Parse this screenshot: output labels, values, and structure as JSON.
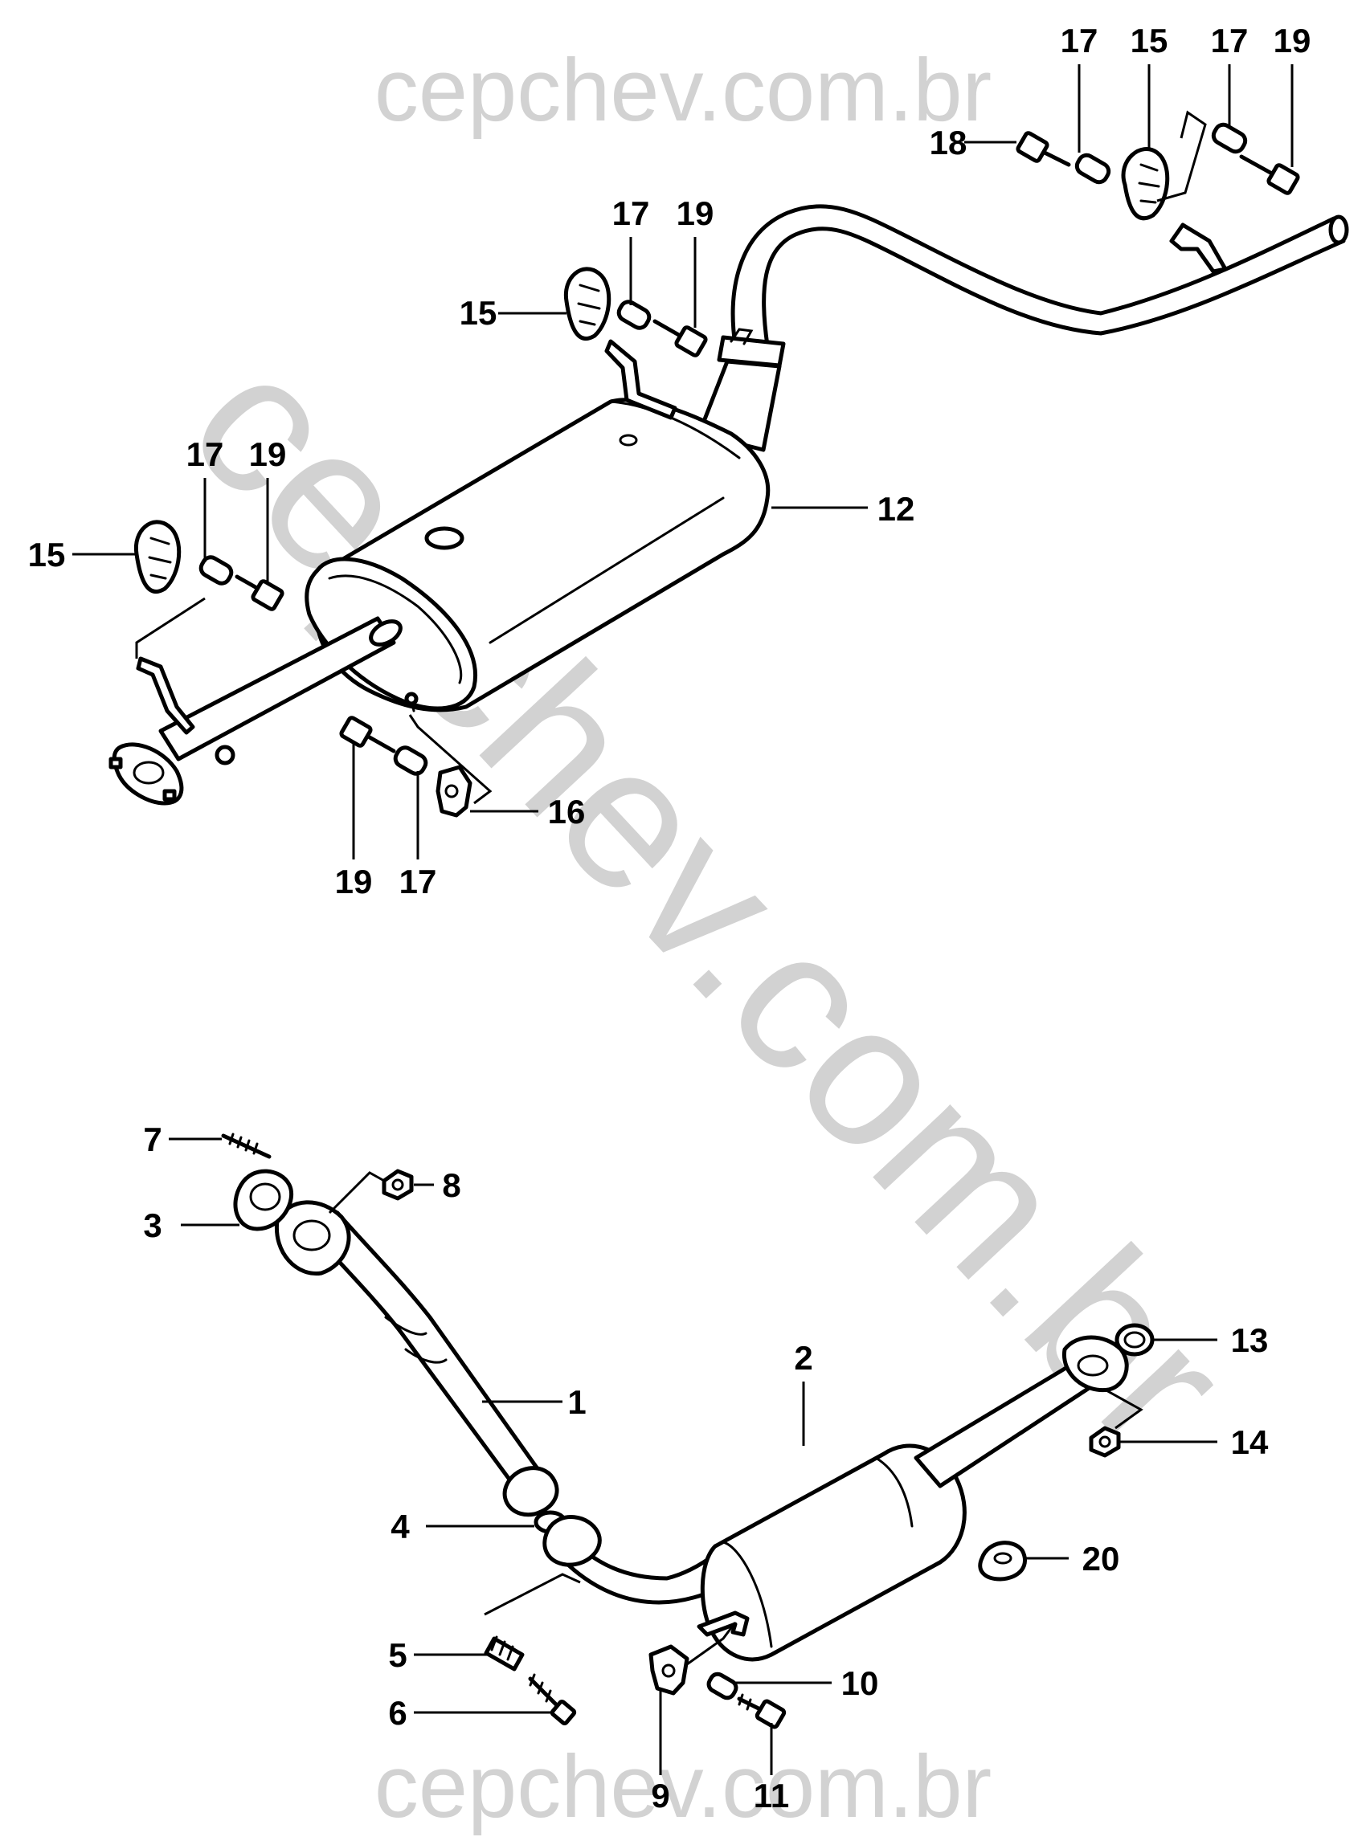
{
  "watermark": {
    "top": "cepchev.com.br",
    "bottom": "cepchev.com.br",
    "diagonal": "cepchev.com.br"
  },
  "callouts": [
    {
      "id": "c-17-a",
      "text": "17"
    },
    {
      "id": "c-15-a",
      "text": "15"
    },
    {
      "id": "c-17-b",
      "text": "17"
    },
    {
      "id": "c-19-a",
      "text": "19"
    },
    {
      "id": "c-18",
      "text": "18"
    },
    {
      "id": "c-17-c",
      "text": "17"
    },
    {
      "id": "c-19-b",
      "text": "19"
    },
    {
      "id": "c-15-b",
      "text": "15"
    },
    {
      "id": "c-12",
      "text": "12"
    },
    {
      "id": "c-17-d",
      "text": "17"
    },
    {
      "id": "c-19-c",
      "text": "19"
    },
    {
      "id": "c-15-c",
      "text": "15"
    },
    {
      "id": "c-16",
      "text": "16"
    },
    {
      "id": "c-19-d",
      "text": "19"
    },
    {
      "id": "c-17-e",
      "text": "17"
    },
    {
      "id": "c-7",
      "text": "7"
    },
    {
      "id": "c-8",
      "text": "8"
    },
    {
      "id": "c-3",
      "text": "3"
    },
    {
      "id": "c-1",
      "text": "1"
    },
    {
      "id": "c-2",
      "text": "2"
    },
    {
      "id": "c-13",
      "text": "13"
    },
    {
      "id": "c-14",
      "text": "14"
    },
    {
      "id": "c-4",
      "text": "4"
    },
    {
      "id": "c-20",
      "text": "20"
    },
    {
      "id": "c-5",
      "text": "5"
    },
    {
      "id": "c-10",
      "text": "10"
    },
    {
      "id": "c-6",
      "text": "6"
    },
    {
      "id": "c-9",
      "text": "9"
    },
    {
      "id": "c-11",
      "text": "11"
    }
  ]
}
